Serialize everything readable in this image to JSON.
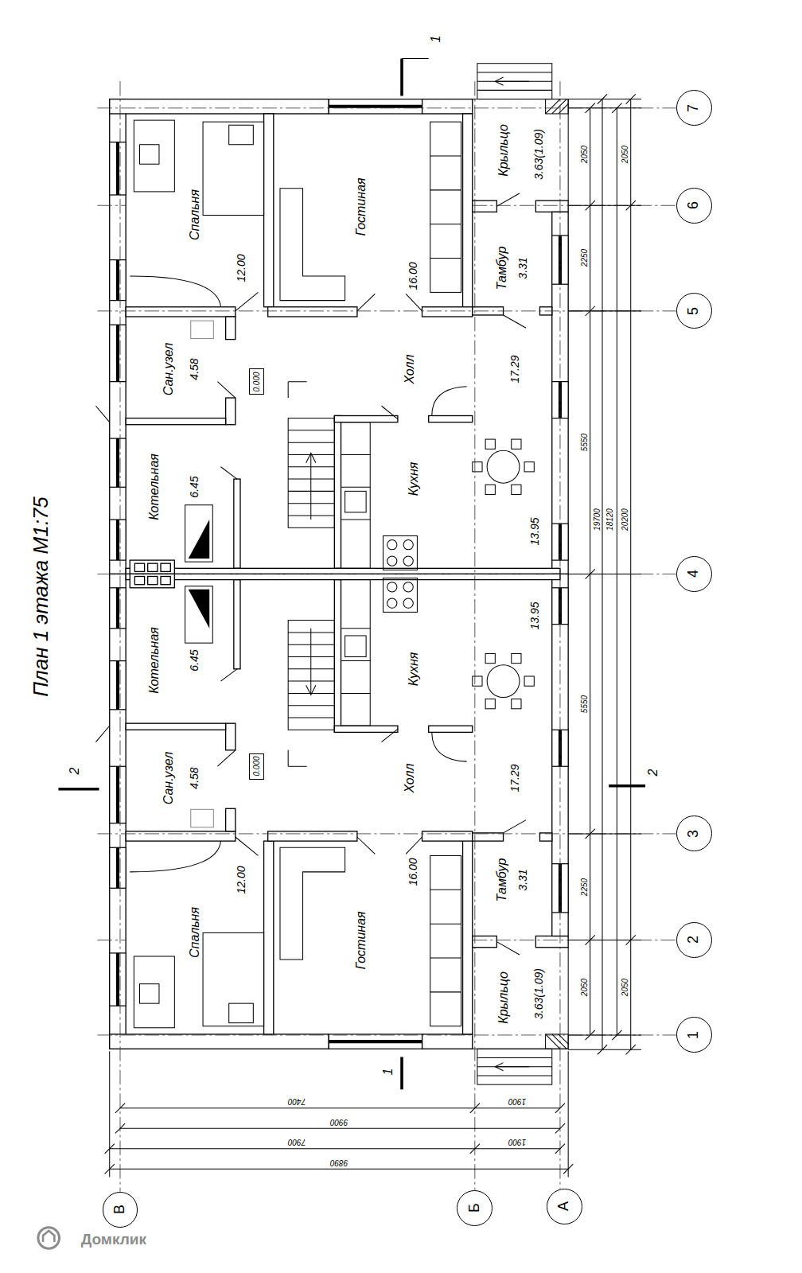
{
  "diagram": {
    "title": "План 1 этажа М1:75",
    "nodes": [
      {
        "text": [
          "Спальня",
          "12.00"
        ]
      },
      {
        "text": [
          "Гостиная",
          "16.00"
        ]
      },
      {
        "text": [
          "Крыльцо",
          "3.63(1.09)"
        ]
      },
      {
        "text": [
          "Тамбур",
          "3.31"
        ]
      },
      {
        "text": [
          "Сан.узел",
          "4.58"
        ]
      },
      {
        "text": [
          "Котельная",
          "6.45"
        ]
      },
      {
        "text": [
          "Холл",
          "17.29"
        ]
      },
      {
        "text": [
          "0.000"
        ],
        "in": 6
      },
      {
        "text": [
          "Кухня",
          "13.95"
        ]
      },
      {
        "text": [
          "Кухня",
          "13.95"
        ]
      },
      {
        "text": [
          "Холл",
          "17.29"
        ]
      },
      {
        "text": [
          "0.000"
        ],
        "in": 10
      },
      {
        "text": [
          "Котельная",
          "6.45"
        ]
      },
      {
        "text": [
          "Сан.узел",
          "4.58"
        ]
      },
      {
        "text": [
          "Спальня",
          "12.00"
        ]
      },
      {
        "text": [
          "Гостиная",
          "16.00"
        ]
      },
      {
        "text": [
          "Тамбур",
          "3.31"
        ]
      },
      {
        "text": [
          "Крыльцо",
          "3.63(1.09)"
        ]
      },
      {
        "text": [
          "7"
        ]
      },
      {
        "text": [
          "6"
        ]
      },
      {
        "text": [
          "5"
        ]
      },
      {
        "text": [
          "4"
        ]
      },
      {
        "text": [
          "3"
        ]
      },
      {
        "text": [
          "2"
        ]
      },
      {
        "text": [
          "1"
        ]
      },
      {
        "text": [
          "В"
        ]
      },
      {
        "text": [
          "Б"
        ]
      },
      {
        "text": [
          "А"
        ]
      }
    ],
    "labels": [
      "2050",
      "2050",
      "2250",
      "5550",
      "19700",
      "18120",
      "20200",
      "5550",
      "2250",
      "2050",
      "2050",
      "7400",
      "1900",
      "9900",
      "7900",
      "1900",
      "9890",
      "1",
      "2",
      "1",
      "2",
      "Домклик"
    ]
  }
}
